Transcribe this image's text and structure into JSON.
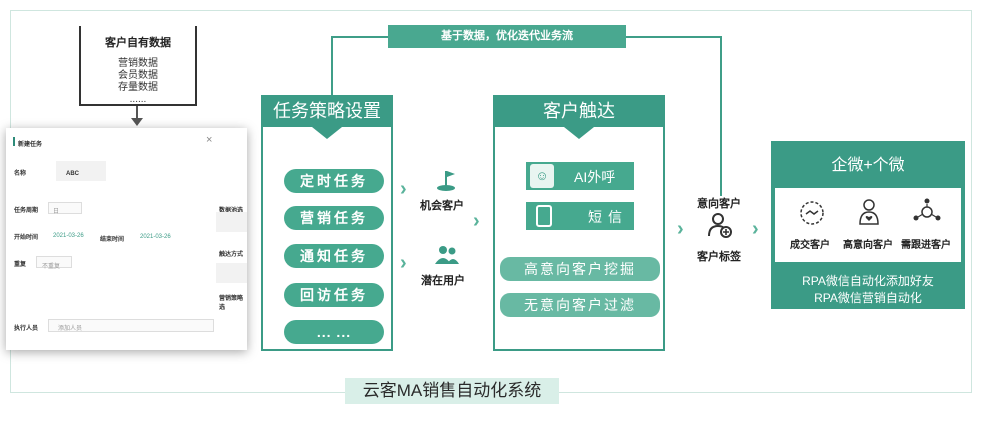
{
  "top_banner": "基于数据，优化迭代业务流",
  "data_box": {
    "title": "客户自有数据",
    "items": [
      "营销数据",
      "会员数据",
      "存量数据",
      "......"
    ]
  },
  "form": {
    "title": "新建任务",
    "name_label": "名称",
    "name_value": "ABC",
    "cycle_label": "任务周期",
    "cycle_value": "日",
    "start_label": "开始时间",
    "start_value": "2021-03-26",
    "end_label": "结束时间",
    "end_value": "2021-03-26",
    "repeat_label": "重复",
    "repeat_value": "不重复",
    "pool_label": "数据池选择",
    "touch_label": "触达方式",
    "strategy_label": "营销策略选",
    "executor_label": "执行人员",
    "executor_value": "添加人员"
  },
  "strategy": {
    "title": "任务策略设置",
    "items": [
      "定时任务",
      "营销任务",
      "通知任务",
      "回访任务",
      "... ..."
    ]
  },
  "customers": {
    "opportunity": "机会客户",
    "potential": "潜在用户"
  },
  "touch": {
    "title": "客户触达",
    "ai_call": "AI外呼",
    "sms": "短信",
    "mine": "高意向客户挖掘",
    "filter": "无意向客户过滤"
  },
  "intent": {
    "top": "意向客户",
    "bottom": "客户标签"
  },
  "wecom": {
    "title": "企微+个微",
    "icons": [
      "成交客户",
      "高意向客户",
      "需跟进客户"
    ],
    "footer": [
      "RPA微信自动化添加好友",
      "RPA微信营销自动化"
    ]
  },
  "system_title": "云客MA销售自动化系统",
  "colors": {
    "teal": "#3b9b86",
    "teal_light": "#68b9a3"
  }
}
